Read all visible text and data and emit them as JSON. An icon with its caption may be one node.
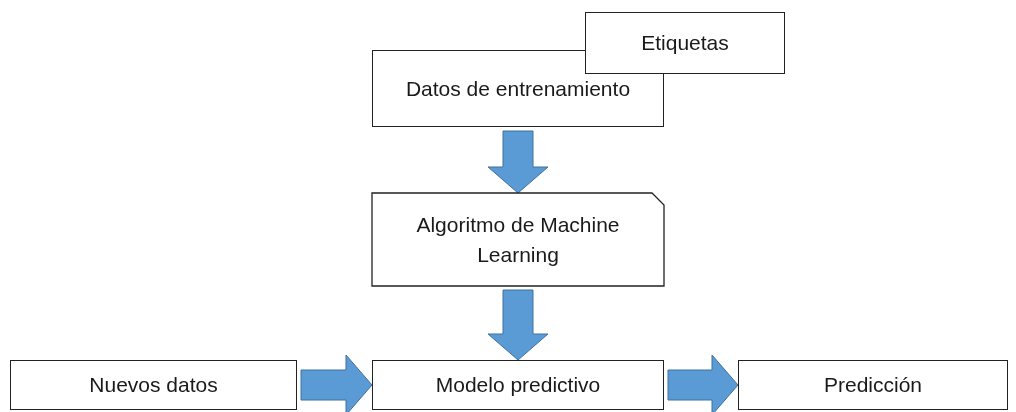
{
  "diagram": {
    "nodes": [
      {
        "text": [
          "Datos de entrenamiento"
        ]
      },
      {
        "text": [
          "Etiquetas"
        ]
      },
      {
        "text": [
          "Algoritmo de Machine Learning"
        ]
      },
      {
        "text": [
          "Nuevos datos"
        ]
      },
      {
        "text": [
          "Modelo predictivo"
        ]
      },
      {
        "text": [
          "Predicción"
        ]
      }
    ],
    "edges": [
      {
        "from": 0,
        "to": 2,
        "arrow": "to"
      },
      {
        "from": 2,
        "to": 4,
        "arrow": "to"
      },
      {
        "from": 3,
        "to": 4,
        "arrow": "to"
      },
      {
        "from": 4,
        "to": 5,
        "arrow": "to"
      }
    ]
  }
}
